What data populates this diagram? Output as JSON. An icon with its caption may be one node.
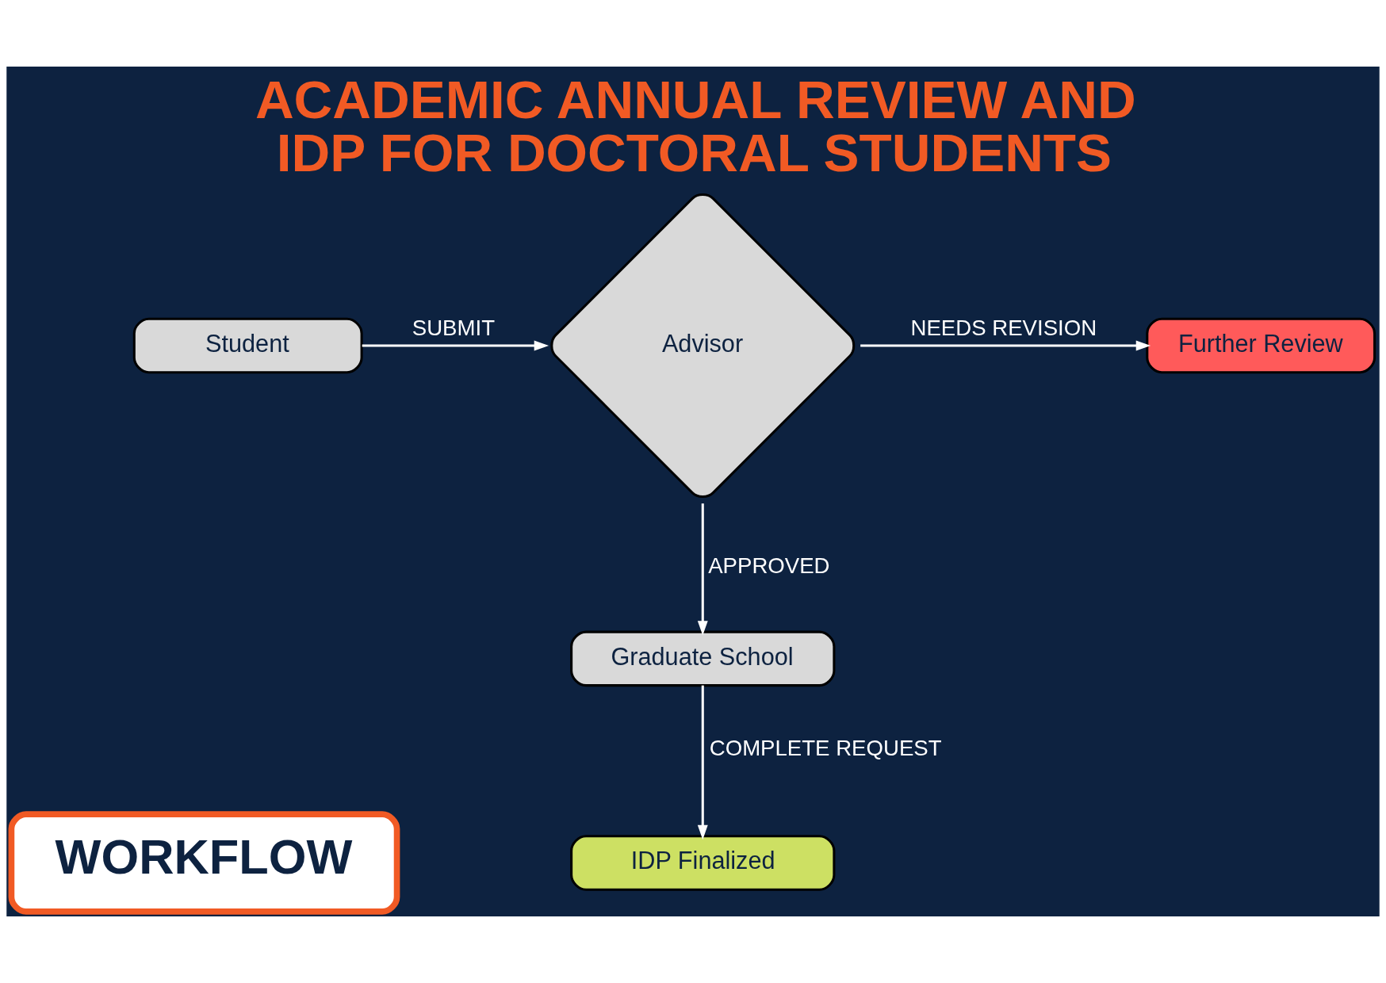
{
  "diagram": {
    "title": "ACADEMIC ANNUAL REVIEW AND IDP FOR DOCTORAL STUDENTS",
    "nodes": [
      {
        "text": [
          "Student"
        ]
      },
      {
        "text": [
          "Advisor"
        ]
      },
      {
        "text": [
          "Further Review"
        ]
      },
      {
        "text": [
          "Graduate School"
        ]
      },
      {
        "text": [
          "IDP Finalized"
        ]
      },
      {
        "text": [
          "WORKFLOW"
        ]
      }
    ],
    "edges": [
      {
        "from": 0,
        "to": 1,
        "arrow": "to",
        "label": "SUBMIT"
      },
      {
        "from": 1,
        "to": 2,
        "arrow": "to",
        "label": "NEEDS REVISION"
      },
      {
        "from": 1,
        "to": 3,
        "arrow": "to",
        "label": "APPROVED"
      },
      {
        "from": 3,
        "to": 4,
        "arrow": "to",
        "label": "COMPLETE REQUEST"
      }
    ]
  }
}
